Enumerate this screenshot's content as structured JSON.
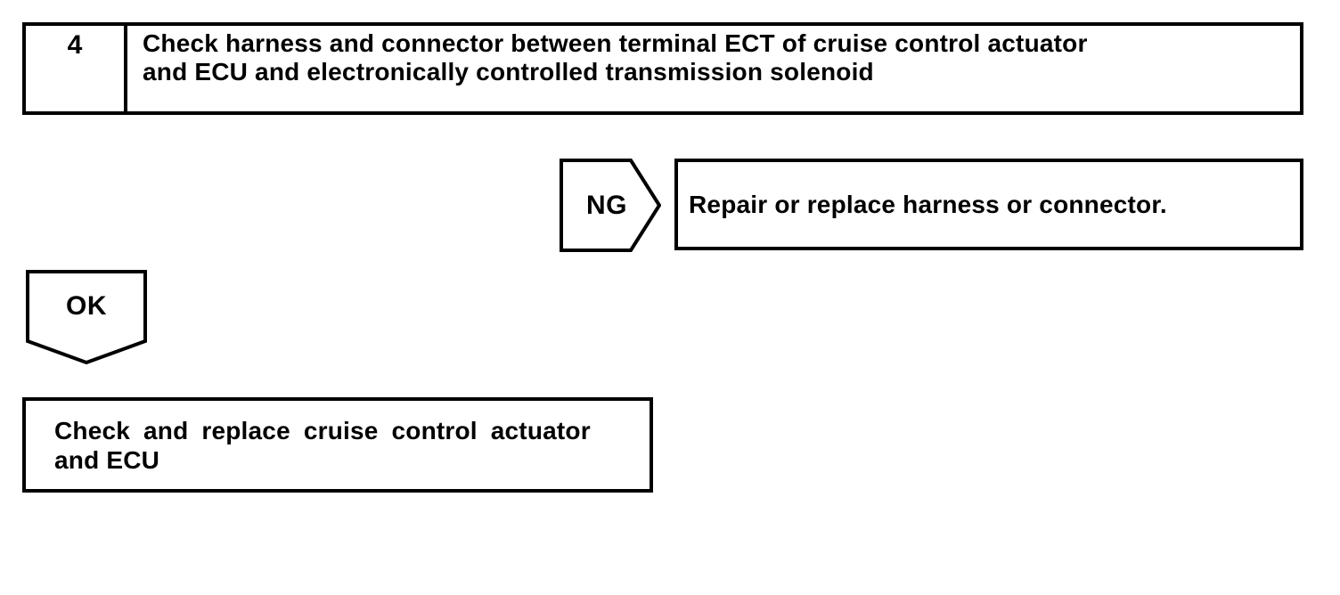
{
  "step": {
    "number": "4",
    "description_line1": "Check harness and connector between terminal ECT of cruise control actuator",
    "description_line2": "and ECU and electronically controlled transmission solenoid"
  },
  "ng_branch": {
    "label": "NG",
    "action": "Repair or replace harness or connector."
  },
  "ok_branch": {
    "label": "OK",
    "result_line1": "Check and replace cruise control actuator",
    "result_line2": "and ECU"
  },
  "colors": {
    "line": "#000000",
    "background": "#ffffff",
    "text": "#000000"
  }
}
